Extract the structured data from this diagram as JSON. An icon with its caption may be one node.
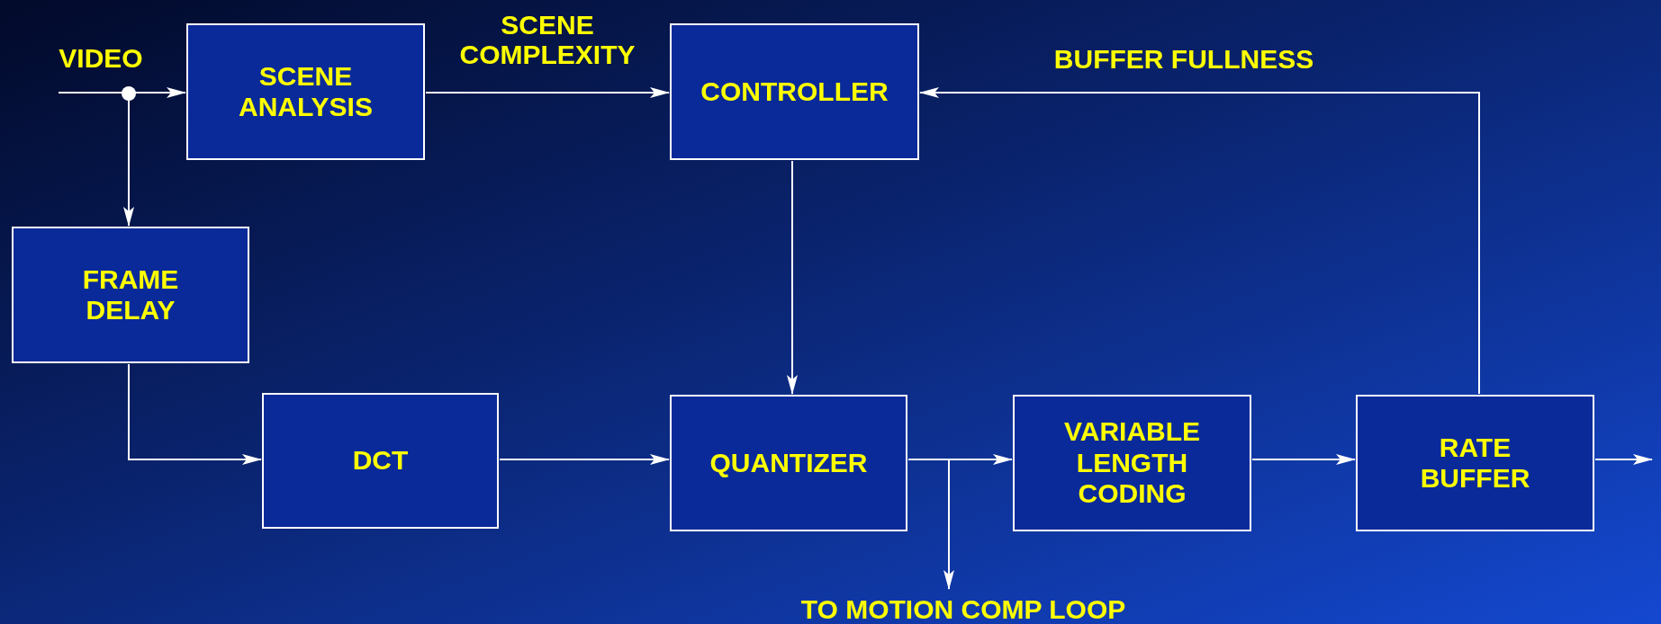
{
  "diagram": {
    "nodes": [
      {
        "text": [
          "SCENE ANALYSIS"
        ]
      },
      {
        "text": [
          "CONTROLLER"
        ]
      },
      {
        "text": [
          "FRAME DELAY"
        ]
      },
      {
        "text": [
          "DCT"
        ]
      },
      {
        "text": [
          "QUANTIZER"
        ]
      },
      {
        "text": [
          "VARIABLE LENGTH CODING"
        ]
      },
      {
        "text": [
          "RATE BUFFER"
        ]
      }
    ],
    "edges": [
      {
        "from": null,
        "to": 0,
        "arrow": "to",
        "label": "VIDEO"
      },
      {
        "from": null,
        "to": 2,
        "arrow": "to"
      },
      {
        "from": 0,
        "to": 1,
        "arrow": "to",
        "label": "SCENE COMPLEXITY"
      },
      {
        "from": 6,
        "to": 1,
        "arrow": "to",
        "label": "BUFFER FULLNESS"
      },
      {
        "from": 1,
        "to": 4,
        "arrow": "to"
      },
      {
        "from": 2,
        "to": 3,
        "arrow": "to"
      },
      {
        "from": 3,
        "to": 4,
        "arrow": "to"
      },
      {
        "from": 4,
        "to": 5,
        "arrow": "to"
      },
      {
        "from": 4,
        "to": null,
        "arrow": "to",
        "label": "TO MOTION COMP LOOP"
      },
      {
        "from": 5,
        "to": 6,
        "arrow": "to"
      },
      {
        "from": 6,
        "to": null,
        "arrow": "to"
      }
    ]
  }
}
